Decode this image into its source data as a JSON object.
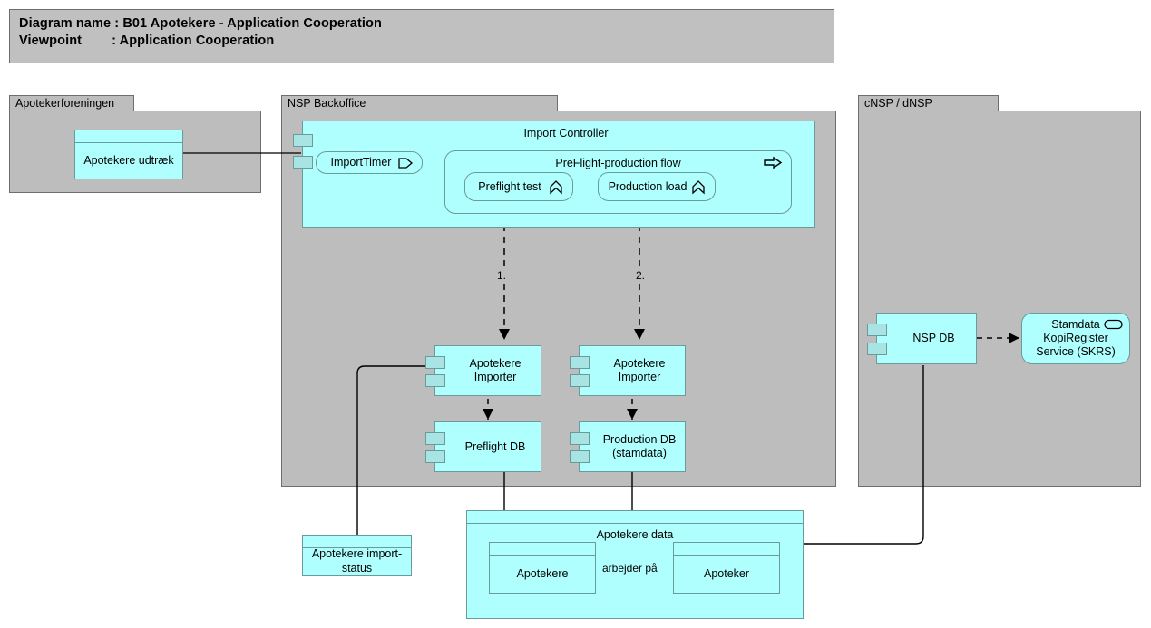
{
  "title": {
    "line1": "Diagram name : B01 Apotekere - Application Cooperation",
    "line2": "Viewpoint        : Application Cooperation"
  },
  "groups": [
    {
      "name": "Apotekerforeningen"
    },
    {
      "name": "NSP Backoffice"
    },
    {
      "name": "cNSP / dNSP"
    }
  ],
  "elements": {
    "apotekere_udtraek": "Apotekere udtræk",
    "import_controller": "Import Controller",
    "import_timer": "ImportTimer",
    "preflight_production_flow": "PreFlight-production flow",
    "preflight_test": "Preflight test",
    "production_load": "Production load",
    "apotekere_importer_1": "Apotekere\nImporter",
    "apotekere_importer_2": "Apotekere\nImporter",
    "preflight_db": "Preflight DB",
    "production_db": "Production DB\n(stamdata)",
    "nsp_db": "NSP DB",
    "skrs": "Stamdata\nKopiRegister\nService (SKRS)",
    "apotekere_import_status": "Apotekere import-\nstatus",
    "apotekere_data": "Apotekere data",
    "apotekere": "Apotekere",
    "apoteker": "Apoteker"
  },
  "edge_labels": {
    "flow_1": "1.",
    "flow_2": "2.",
    "arbejder_paa": "arbejder på"
  },
  "icons": {
    "event": "application-event-icon",
    "process": "application-process-icon",
    "function": "application-function-icon",
    "service": "application-service-icon"
  },
  "colors": {
    "group_fill": "#bdbdbd",
    "group_border": "#6e6e6e",
    "element_fill": "#b0ffff",
    "element_border": "#6a9a9a",
    "lug_fill": "#a8e4e4",
    "line": "#000000",
    "title_fill": "#c0c0c0"
  }
}
